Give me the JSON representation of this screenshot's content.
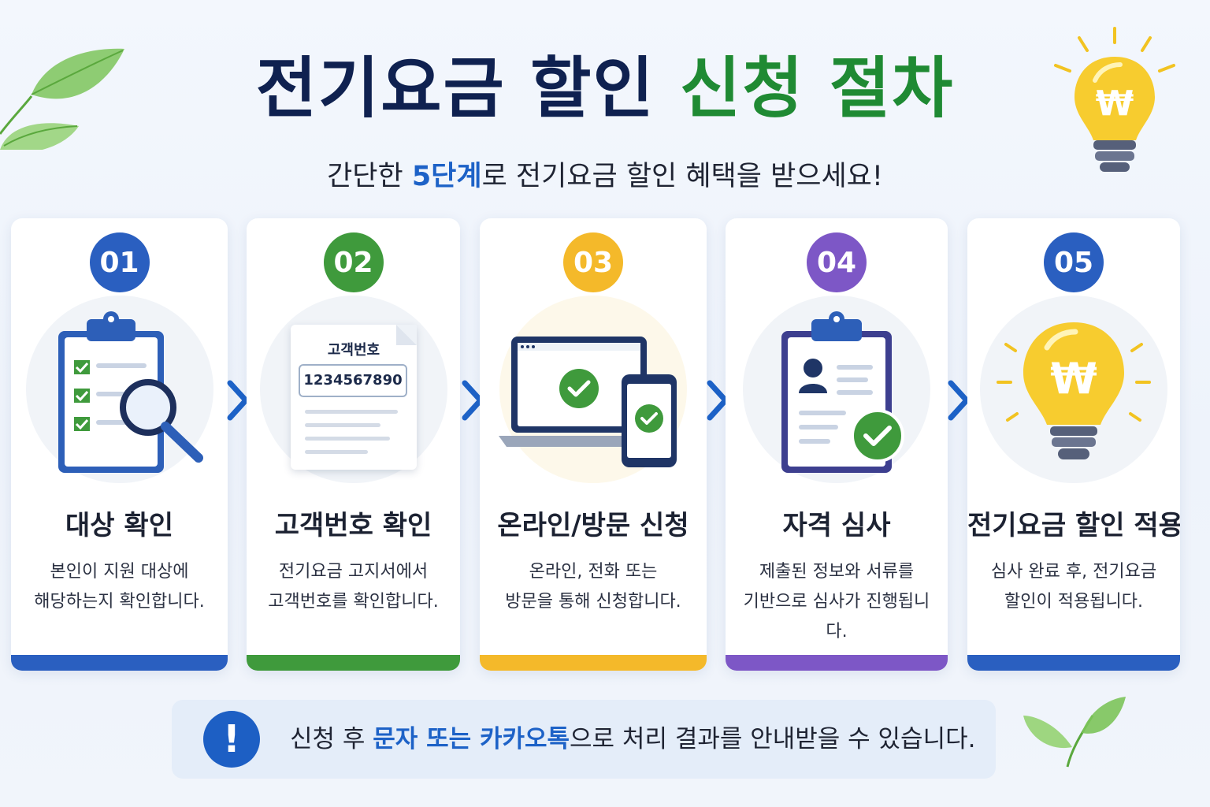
{
  "header": {
    "title_part1": "전기요금 할인",
    "title_part2": "신청 절차",
    "subtitle_before": "간단한 ",
    "subtitle_highlight": "5단계",
    "subtitle_after": "로 전기요금 할인 혜택을 받으세요!"
  },
  "colors": {
    "navy": "#0f2150",
    "green": "#1f8a33",
    "blue": "#1d62c7",
    "step1": "#2a5fc0",
    "step2": "#3f9a3c",
    "step3": "#f4b92a",
    "step4": "#7d57c6",
    "step5": "#2a5fc0"
  },
  "steps": [
    {
      "number": "01",
      "title": "대상 확인",
      "desc_line1": "본인이 지원 대상에",
      "desc_line2": "해당하는지 확인합니다.",
      "icon": "clipboard-search-icon"
    },
    {
      "number": "02",
      "title": "고객번호 확인",
      "desc_line1": "전기요금 고지서에서",
      "desc_line2": "고객번호를 확인합니다.",
      "icon": "bill-document-icon",
      "doc_label": "고객번호",
      "doc_number": "1234567890"
    },
    {
      "number": "03",
      "title": "온라인/방문 신청",
      "desc_line1": "온라인, 전화 또는",
      "desc_line2": "방문을 통해 신청합니다.",
      "icon": "laptop-phone-check-icon"
    },
    {
      "number": "04",
      "title": "자격 심사",
      "desc_line1": "제출된 정보와 서류를",
      "desc_line2": "기반으로 심사가 진행됩니다.",
      "icon": "clipboard-profile-check-icon"
    },
    {
      "number": "05",
      "title": "전기요금 할인 적용",
      "desc_line1": "심사 완료 후, 전기요금",
      "desc_line2": "할인이 적용됩니다.",
      "icon": "won-lightbulb-icon"
    }
  ],
  "notice": {
    "icon": "exclamation-icon",
    "text_before": "신청 후 ",
    "highlight1": "문자 또는 카카오톡",
    "text_after": "으로 처리 결과를 안내받을 수 있습니다."
  }
}
